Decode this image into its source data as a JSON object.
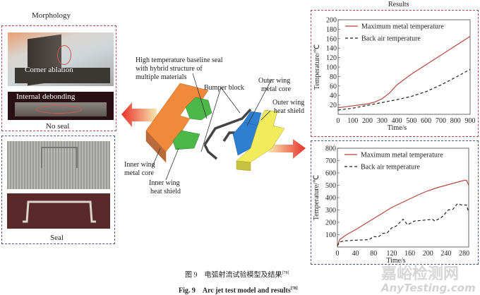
{
  "morphology": {
    "title": "Morphology",
    "no_seal": {
      "label": "No seal",
      "annotations": [
        "Corner ablation",
        "Internal debonding"
      ]
    },
    "seal": {
      "label": "Seal"
    }
  },
  "diagram": {
    "labels": {
      "baseline_seal": [
        "High temperature baseline seal",
        "with hybrid structure of",
        "multiple materials"
      ],
      "bumper_block": "Bumper block",
      "outer_core": [
        "Outer wing",
        "metal core"
      ],
      "outer_shield": [
        "Outer wing",
        "heat shield"
      ],
      "inner_core": [
        "Inner wing",
        "metal core"
      ],
      "inner_shield": [
        "Inner wing",
        "heat shield"
      ]
    },
    "colors": {
      "inner_shield": "#f0893a",
      "inner_core": "#4cb848",
      "outer_core": "#2f7fd0",
      "outer_shield": "#f2ec5c",
      "seal": "#444444"
    }
  },
  "results_title": "Results",
  "chart_data": [
    {
      "type": "line",
      "xlabel": "Time/s",
      "ylabel": "Temperature/℃",
      "xlim": [
        0,
        900
      ],
      "ylim": [
        0,
        200
      ],
      "xticks": [
        0,
        100,
        200,
        300,
        400,
        500,
        600,
        700,
        800,
        900
      ],
      "yticks": [
        20,
        40,
        60,
        80,
        100,
        120,
        140,
        160,
        180,
        200
      ],
      "legend_placement": "top-left",
      "series": [
        {
          "name": "Maximum metal temperature",
          "style": "solid",
          "color": "#b5473f",
          "x": [
            0,
            100,
            200,
            250,
            300,
            350,
            400,
            500,
            600,
            700,
            800,
            900
          ],
          "y": [
            14,
            18,
            22,
            26,
            33,
            45,
            62,
            85,
            105,
            125,
            145,
            165
          ]
        },
        {
          "name": "Back air temperature",
          "style": "dashed",
          "color": "#222222",
          "x": [
            0,
            100,
            200,
            300,
            400,
            500,
            600,
            700,
            800,
            900
          ],
          "y": [
            9,
            13,
            19,
            25,
            31,
            38,
            48,
            62,
            78,
            95
          ]
        }
      ]
    },
    {
      "type": "line",
      "xlabel": "Time/s",
      "ylabel": "Temperature/℃",
      "xlim": [
        0,
        290
      ],
      "ylim": [
        0,
        800
      ],
      "xticks": [
        0,
        40,
        80,
        120,
        160,
        200,
        240,
        280
      ],
      "yticks": [
        100,
        200,
        300,
        400,
        500,
        600,
        700,
        800
      ],
      "legend_placement": "top-left",
      "series": [
        {
          "name": "Maximum metal temperature",
          "style": "solid",
          "color": "#b5473f",
          "x": [
            0,
            5,
            20,
            40,
            60,
            80,
            100,
            120,
            140,
            160,
            180,
            200,
            220,
            240,
            260,
            280,
            285,
            290
          ],
          "y": [
            10,
            60,
            100,
            140,
            185,
            230,
            275,
            320,
            355,
            390,
            425,
            455,
            480,
            500,
            520,
            540,
            540,
            500
          ]
        },
        {
          "name": "Back air temperature",
          "style": "dashed",
          "color": "#222222",
          "x": [
            0,
            5,
            15,
            40,
            70,
            80,
            90,
            100,
            110,
            120,
            130,
            145,
            155,
            170,
            200,
            210,
            215,
            230,
            245,
            255,
            265,
            275,
            285,
            290
          ],
          "y": [
            10,
            40,
            50,
            55,
            60,
            85,
            80,
            110,
            115,
            155,
            170,
            225,
            180,
            210,
            220,
            225,
            210,
            240,
            300,
            305,
            350,
            340,
            340,
            280
          ]
        }
      ]
    }
  ],
  "caption": {
    "cn": "图 9　电弧射流试验模型及结果",
    "en": "Fig. 9　Arc jet test model and results",
    "ref": "[78]"
  },
  "watermark": {
    "cn": "嘉峪检测网",
    "en": "AnyTesting.com"
  }
}
